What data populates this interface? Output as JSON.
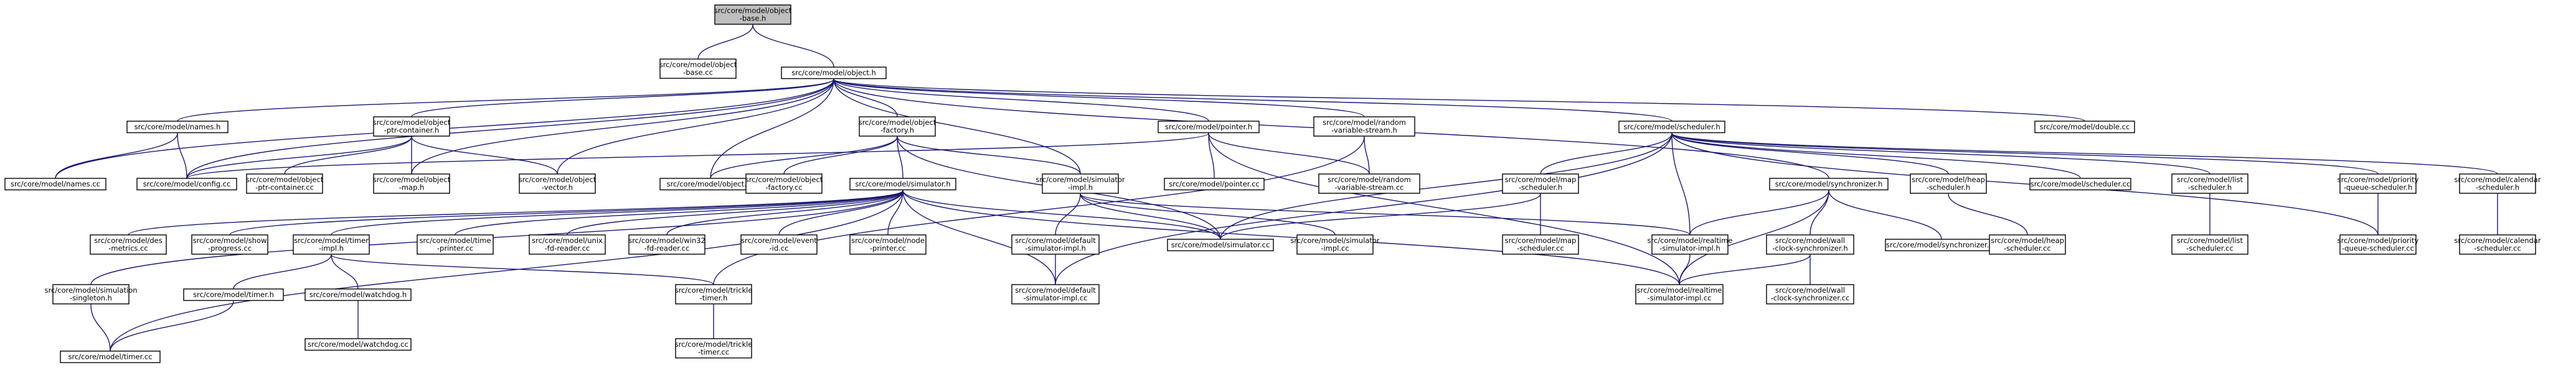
{
  "graph": {
    "nodes": [
      {
        "id": "object_base_h",
        "lines": [
          "src/core/model/object",
          "-base.h"
        ],
        "root": true
      },
      {
        "id": "object_base_cc",
        "lines": [
          "src/core/model/object",
          "-base.cc"
        ]
      },
      {
        "id": "object_h",
        "lines": [
          "src/core/model/object.h"
        ]
      },
      {
        "id": "names_h",
        "lines": [
          "src/core/model/names.h"
        ]
      },
      {
        "id": "ptr_container_h",
        "lines": [
          "src/core/model/object",
          "-ptr-container.h"
        ]
      },
      {
        "id": "object_factory_h",
        "lines": [
          "src/core/model/object",
          "-factory.h"
        ]
      },
      {
        "id": "pointer_h",
        "lines": [
          "src/core/model/pointer.h"
        ]
      },
      {
        "id": "random_stream_h",
        "lines": [
          "src/core/model/random",
          "-variable-stream.h"
        ]
      },
      {
        "id": "scheduler_h",
        "lines": [
          "src/core/model/scheduler.h"
        ]
      },
      {
        "id": "double_cc",
        "lines": [
          "src/core/model/double.cc"
        ]
      },
      {
        "id": "names_cc",
        "lines": [
          "src/core/model/names.cc"
        ]
      },
      {
        "id": "config_cc",
        "lines": [
          "src/core/model/config.cc"
        ]
      },
      {
        "id": "ptr_container_cc",
        "lines": [
          "src/core/model/object",
          "-ptr-container.cc"
        ]
      },
      {
        "id": "object_map_h",
        "lines": [
          "src/core/model/object",
          "-map.h"
        ]
      },
      {
        "id": "object_vector_h",
        "lines": [
          "src/core/model/object",
          "-vector.h"
        ]
      },
      {
        "id": "object_cc",
        "lines": [
          "src/core/model/object.cc"
        ]
      },
      {
        "id": "object_factory_cc",
        "lines": [
          "src/core/model/object",
          "-factory.cc"
        ]
      },
      {
        "id": "simulator_h",
        "lines": [
          "src/core/model/simulator.h"
        ]
      },
      {
        "id": "simulator_impl_h",
        "lines": [
          "src/core/model/simulator",
          "-impl.h"
        ]
      },
      {
        "id": "pointer_cc",
        "lines": [
          "src/core/model/pointer.cc"
        ]
      },
      {
        "id": "random_stream_cc",
        "lines": [
          "src/core/model/random",
          "-variable-stream.cc"
        ]
      },
      {
        "id": "map_scheduler_h",
        "lines": [
          "src/core/model/map",
          "-scheduler.h"
        ]
      },
      {
        "id": "synchronizer_h",
        "lines": [
          "src/core/model/synchronizer.h"
        ]
      },
      {
        "id": "heap_scheduler_h",
        "lines": [
          "src/core/model/heap",
          "-scheduler.h"
        ]
      },
      {
        "id": "scheduler_cc",
        "lines": [
          "src/core/model/scheduler.cc"
        ]
      },
      {
        "id": "list_scheduler_h",
        "lines": [
          "src/core/model/list",
          "-scheduler.h"
        ]
      },
      {
        "id": "priority_scheduler_h",
        "lines": [
          "src/core/model/priority",
          "-queue-scheduler.h"
        ]
      },
      {
        "id": "calendar_scheduler_h",
        "lines": [
          "src/core/model/calendar",
          "-scheduler.h"
        ]
      },
      {
        "id": "des_metrics_cc",
        "lines": [
          "src/core/model/des",
          "-metrics.cc"
        ]
      },
      {
        "id": "show_progress_cc",
        "lines": [
          "src/core/model/show",
          "-progress.cc"
        ]
      },
      {
        "id": "timer_impl_h",
        "lines": [
          "src/core/model/timer",
          "-impl.h"
        ]
      },
      {
        "id": "time_printer_cc",
        "lines": [
          "src/core/model/time",
          "-printer.cc"
        ]
      },
      {
        "id": "unix_fd_reader_cc",
        "lines": [
          "src/core/model/unix",
          "-fd-reader.cc"
        ]
      },
      {
        "id": "win32_fd_reader_cc",
        "lines": [
          "src/core/model/win32",
          "-fd-reader.cc"
        ]
      },
      {
        "id": "event_id_cc",
        "lines": [
          "src/core/model/event",
          "-id.cc"
        ]
      },
      {
        "id": "node_printer_cc",
        "lines": [
          "src/core/model/node",
          "-printer.cc"
        ]
      },
      {
        "id": "simulator_cc",
        "lines": [
          "src/core/model/simulator.cc"
        ]
      },
      {
        "id": "simulator_impl_cc",
        "lines": [
          "src/core/model/simulator",
          "-impl.cc"
        ]
      },
      {
        "id": "realtime_impl_h",
        "lines": [
          "src/core/model/realtime",
          "-simulator-impl.h"
        ]
      },
      {
        "id": "synchronizer_cc",
        "lines": [
          "src/core/model/synchronizer.cc"
        ]
      },
      {
        "id": "wall_clock_h",
        "lines": [
          "src/core/model/wall",
          "-clock-synchronizer.h"
        ]
      },
      {
        "id": "heap_scheduler_cc",
        "lines": [
          "src/core/model/heap",
          "-scheduler.cc"
        ]
      },
      {
        "id": "list_scheduler_cc",
        "lines": [
          "src/core/model/list",
          "-scheduler.cc"
        ]
      },
      {
        "id": "priority_scheduler_cc",
        "lines": [
          "src/core/model/priority",
          "-queue-scheduler.cc"
        ]
      },
      {
        "id": "calendar_scheduler_cc",
        "lines": [
          "src/core/model/calendar",
          "-scheduler.cc"
        ]
      },
      {
        "id": "simulation_singleton_h",
        "lines": [
          "src/core/model/simulation",
          "-singleton.h"
        ]
      },
      {
        "id": "timer_h",
        "lines": [
          "src/core/model/timer.h"
        ]
      },
      {
        "id": "watchdog_h",
        "lines": [
          "src/core/model/watchdog.h"
        ]
      },
      {
        "id": "default_impl_h",
        "lines": [
          "src/core/model/default",
          "-simulator-impl.h"
        ]
      },
      {
        "id": "trickle_timer_h",
        "lines": [
          "src/core/model/trickle",
          "-timer.h"
        ]
      },
      {
        "id": "map_scheduler_cc",
        "lines": [
          "src/core/model/map",
          "-scheduler.cc"
        ]
      },
      {
        "id": "timer_cc",
        "lines": [
          "src/core/model/timer.cc"
        ]
      },
      {
        "id": "watchdog_cc",
        "lines": [
          "src/core/model/watchdog.cc"
        ]
      },
      {
        "id": "default_impl_cc",
        "lines": [
          "src/core/model/default",
          "-simulator-impl.cc"
        ]
      },
      {
        "id": "realtime_impl_cc",
        "lines": [
          "src/core/model/realtime",
          "-simulator-impl.cc"
        ]
      },
      {
        "id": "wall_clock_cc",
        "lines": [
          "src/core/model/wall",
          "-clock-synchronizer.cc"
        ]
      },
      {
        "id": "trickle_timer_cc",
        "lines": [
          "src/core/model/trickle",
          "-timer.cc"
        ]
      }
    ],
    "edges": [
      [
        "object_base_h",
        "object_base_cc"
      ],
      [
        "object_base_h",
        "object_h"
      ],
      [
        "object_h",
        "names_h"
      ],
      [
        "object_h",
        "ptr_container_h"
      ],
      [
        "object_h",
        "object_factory_h"
      ],
      [
        "object_h",
        "pointer_h"
      ],
      [
        "object_h",
        "random_stream_h"
      ],
      [
        "object_h",
        "scheduler_h"
      ],
      [
        "object_h",
        "double_cc"
      ],
      [
        "object_h",
        "names_cc"
      ],
      [
        "object_h",
        "config_cc"
      ],
      [
        "object_h",
        "object_map_h"
      ],
      [
        "object_h",
        "object_vector_h"
      ],
      [
        "object_h",
        "object_cc"
      ],
      [
        "object_h",
        "simulator_impl_h"
      ],
      [
        "object_h",
        "synchronizer_h"
      ],
      [
        "names_h",
        "names_cc"
      ],
      [
        "names_h",
        "config_cc"
      ],
      [
        "ptr_container_h",
        "config_cc"
      ],
      [
        "ptr_container_h",
        "ptr_container_cc"
      ],
      [
        "ptr_container_h",
        "object_map_h"
      ],
      [
        "ptr_container_h",
        "object_vector_h"
      ],
      [
        "object_factory_h",
        "object_factory_cc"
      ],
      [
        "object_factory_h",
        "simulator_h"
      ],
      [
        "object_factory_h",
        "simulator_impl_h"
      ],
      [
        "object_factory_h",
        "object_cc"
      ],
      [
        "object_factory_h",
        "simulator_cc"
      ],
      [
        "pointer_h",
        "config_cc"
      ],
      [
        "pointer_h",
        "pointer_cc"
      ],
      [
        "pointer_h",
        "random_stream_cc"
      ],
      [
        "pointer_h",
        "realtime_impl_cc"
      ],
      [
        "random_stream_h",
        "random_stream_cc"
      ],
      [
        "random_stream_h",
        "trickle_timer_h"
      ],
      [
        "scheduler_h",
        "simulator_cc"
      ],
      [
        "scheduler_h",
        "map_scheduler_h"
      ],
      [
        "scheduler_h",
        "heap_scheduler_h"
      ],
      [
        "scheduler_h",
        "scheduler_cc"
      ],
      [
        "scheduler_h",
        "list_scheduler_h"
      ],
      [
        "scheduler_h",
        "priority_scheduler_h"
      ],
      [
        "scheduler_h",
        "calendar_scheduler_h"
      ],
      [
        "scheduler_h",
        "realtime_impl_h"
      ],
      [
        "scheduler_h",
        "default_impl_cc"
      ],
      [
        "scheduler_h",
        "priority_scheduler_cc"
      ],
      [
        "simulator_h",
        "des_metrics_cc"
      ],
      [
        "simulator_h",
        "show_progress_cc"
      ],
      [
        "simulator_h",
        "timer_impl_h"
      ],
      [
        "simulator_h",
        "time_printer_cc"
      ],
      [
        "simulator_h",
        "unix_fd_reader_cc"
      ],
      [
        "simulator_h",
        "win32_fd_reader_cc"
      ],
      [
        "simulator_h",
        "event_id_cc"
      ],
      [
        "simulator_h",
        "node_printer_cc"
      ],
      [
        "simulator_h",
        "simulator_cc"
      ],
      [
        "simulator_h",
        "simulation_singleton_h"
      ],
      [
        "simulator_h",
        "timer_cc"
      ],
      [
        "simulator_h",
        "default_impl_cc"
      ],
      [
        "simulator_h",
        "realtime_impl_cc"
      ],
      [
        "simulator_impl_h",
        "simulator_cc"
      ],
      [
        "simulator_impl_h",
        "simulator_impl_cc"
      ],
      [
        "simulator_impl_h",
        "default_impl_h"
      ],
      [
        "simulator_impl_h",
        "realtime_impl_h"
      ],
      [
        "map_scheduler_h",
        "simulator_cc"
      ],
      [
        "map_scheduler_h",
        "map_scheduler_cc"
      ],
      [
        "synchronizer_h",
        "realtime_impl_h"
      ],
      [
        "synchronizer_h",
        "synchronizer_cc"
      ],
      [
        "synchronizer_h",
        "wall_clock_h"
      ],
      [
        "synchronizer_h",
        "realtime_impl_cc"
      ],
      [
        "heap_scheduler_h",
        "heap_scheduler_cc"
      ],
      [
        "list_scheduler_h",
        "list_scheduler_cc"
      ],
      [
        "priority_scheduler_h",
        "priority_scheduler_cc"
      ],
      [
        "calendar_scheduler_h",
        "calendar_scheduler_cc"
      ],
      [
        "timer_impl_h",
        "timer_h"
      ],
      [
        "timer_impl_h",
        "watchdog_h"
      ],
      [
        "timer_impl_h",
        "trickle_timer_h"
      ],
      [
        "simulation_singleton_h",
        "timer_cc"
      ],
      [
        "timer_h",
        "timer_cc"
      ],
      [
        "watchdog_h",
        "watchdog_cc"
      ],
      [
        "default_impl_h",
        "default_impl_cc"
      ],
      [
        "trickle_timer_h",
        "trickle_timer_cc"
      ],
      [
        "realtime_impl_h",
        "realtime_impl_cc"
      ],
      [
        "wall_clock_h",
        "wall_clock_cc"
      ],
      [
        "wall_clock_h",
        "realtime_impl_cc"
      ]
    ]
  }
}
